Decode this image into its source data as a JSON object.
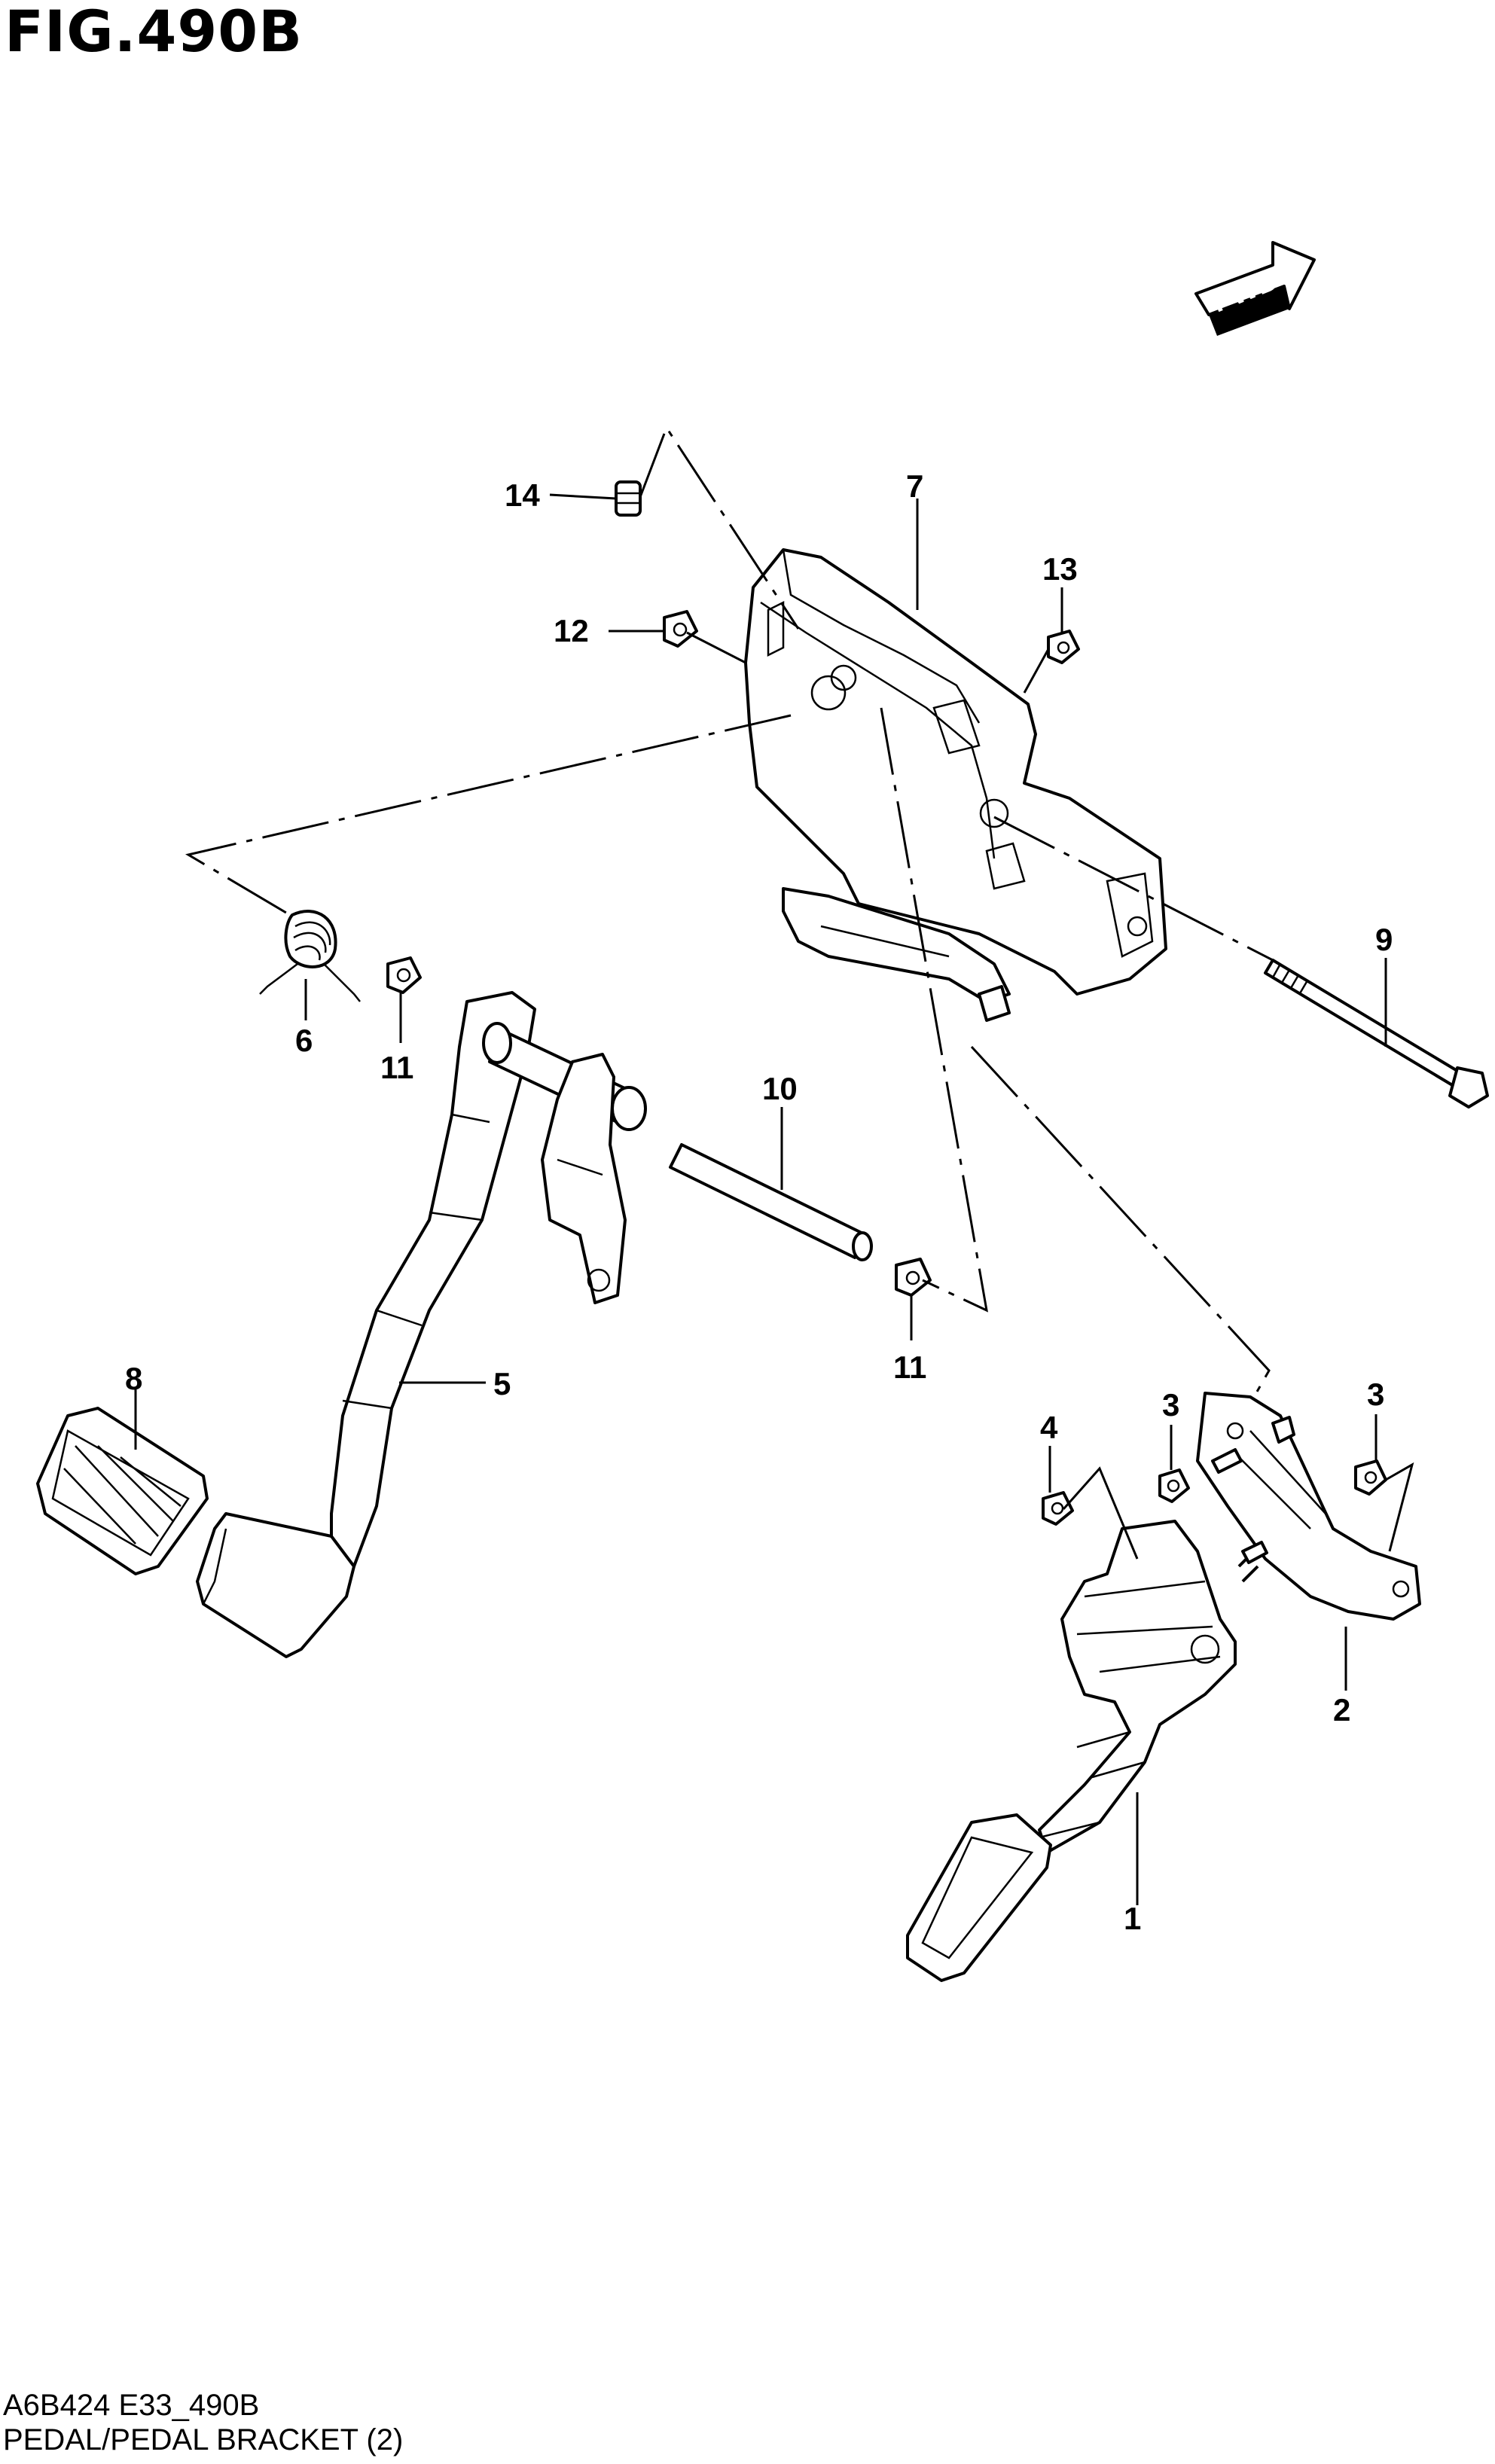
{
  "figure": {
    "title": "FIG.490B",
    "code": "A6B424 E33_490B",
    "caption": "PEDAL/PEDAL BRACKET (2)",
    "fwd_label": "FWD"
  },
  "callouts": [
    {
      "id": "c1",
      "label": "1"
    },
    {
      "id": "c2",
      "label": "2"
    },
    {
      "id": "c3a",
      "label": "3"
    },
    {
      "id": "c3b",
      "label": "3"
    },
    {
      "id": "c4",
      "label": "4"
    },
    {
      "id": "c5",
      "label": "5"
    },
    {
      "id": "c6",
      "label": "6"
    },
    {
      "id": "c7",
      "label": "7"
    },
    {
      "id": "c8",
      "label": "8"
    },
    {
      "id": "c9",
      "label": "9"
    },
    {
      "id": "c10",
      "label": "10"
    },
    {
      "id": "c11a",
      "label": "11"
    },
    {
      "id": "c11b",
      "label": "11"
    },
    {
      "id": "c12",
      "label": "12"
    },
    {
      "id": "c13",
      "label": "13"
    },
    {
      "id": "c14",
      "label": "14"
    }
  ]
}
